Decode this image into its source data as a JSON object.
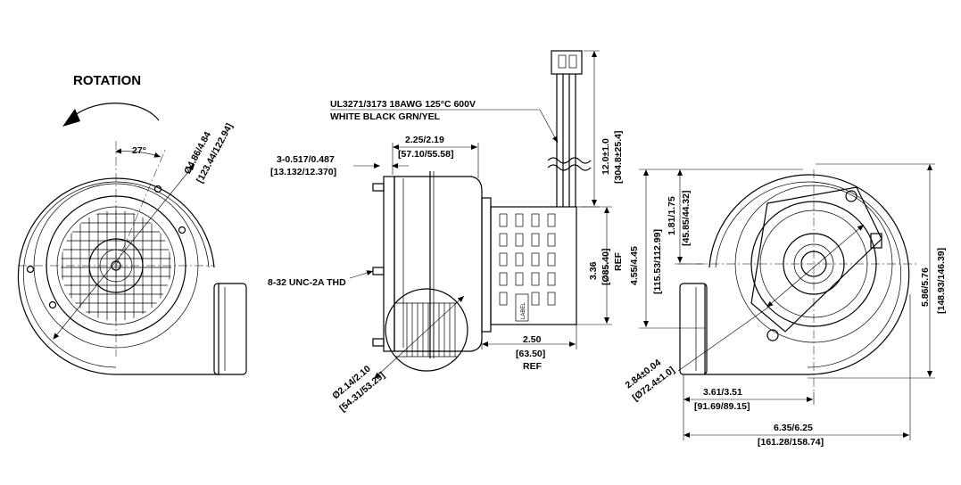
{
  "left_view": {
    "rotation_label": "ROTATION",
    "angle_label": "27°",
    "diameter_in": "Ø4.86/4.84",
    "diameter_mm": "[123.44/122.94]"
  },
  "side_view": {
    "wire_spec": "UL3271/3173 18AWG 125°C 600V",
    "wire_colors": "WHITE BLACK GRN/YEL",
    "width_in": "2.25/2.19",
    "width_mm": "[57.10/55.58]",
    "holes_in": "3-0.517/0.487",
    "holes_mm": "[13.132/12.370]",
    "thread": "8-32 UNC-2A THD",
    "lead_in": "12.0±1.0",
    "lead_mm": "[304.8±25.4]",
    "motor_dia_in": "3.36",
    "motor_dia_mm": "[Ø85.40]",
    "motor_dia_ref": "REF",
    "motor_len_in": "2.50",
    "motor_len_mm": "[63.50]",
    "motor_len_ref": "REF",
    "outlet_dia_in": "Ø2.14/2.10",
    "outlet_dia_mm": "[54.31/53.29]",
    "label_text": "LABEL"
  },
  "right_view": {
    "height_in": "4.55/4.45",
    "height_mm": "[115.53/112.99]",
    "center_in": "1.81/1.75",
    "center_mm": "[45.85/44.32]",
    "total_h_in": "5.86/5.76",
    "total_h_mm": "[148.93/146.39]",
    "inlet_dia_in": "2.84±0.04",
    "inlet_dia_mm": "[Ø72.4±1.0]",
    "offset_in": "3.61/3.51",
    "offset_mm": "[91.69/89.15]",
    "width_in": "6.35/6.25",
    "width_mm": "[161.28/158.74]"
  }
}
